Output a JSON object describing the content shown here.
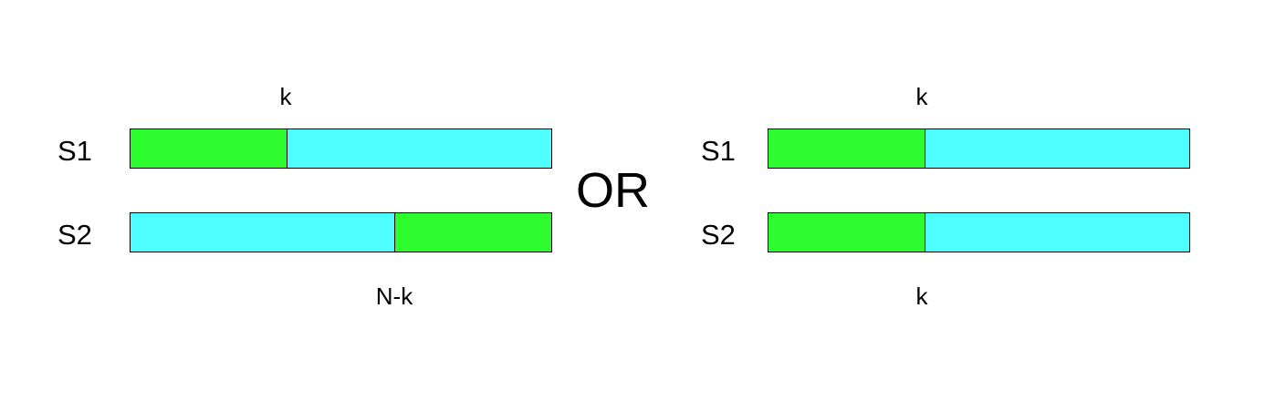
{
  "colors": {
    "green": "#2dfd2e",
    "cyan": "#4efefe"
  },
  "separator": "OR",
  "left": {
    "top_marker": "k",
    "bottom_marker": "N-k",
    "s1": {
      "label": "S1",
      "segments": [
        {
          "color": "green",
          "fraction": 0.371
        },
        {
          "color": "cyan",
          "fraction": 0.629
        }
      ]
    },
    "s2": {
      "label": "S2",
      "segments": [
        {
          "color": "cyan",
          "fraction": 0.629
        },
        {
          "color": "green",
          "fraction": 0.371
        }
      ]
    }
  },
  "right": {
    "top_marker": "k",
    "bottom_marker": "k",
    "s1": {
      "label": "S1",
      "segments": [
        {
          "color": "green",
          "fraction": 0.371
        },
        {
          "color": "cyan",
          "fraction": 0.629
        }
      ]
    },
    "s2": {
      "label": "S2",
      "segments": [
        {
          "color": "green",
          "fraction": 0.371
        },
        {
          "color": "cyan",
          "fraction": 0.629
        }
      ]
    }
  }
}
